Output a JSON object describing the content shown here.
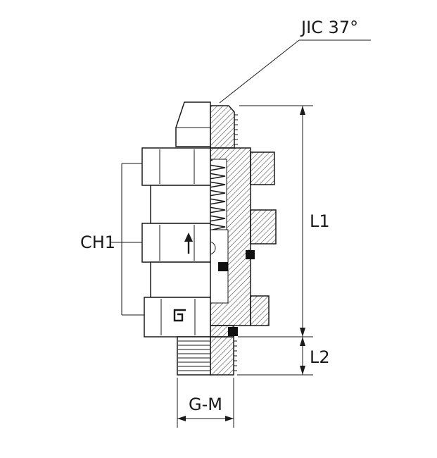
{
  "drawing": {
    "type": "technical-cross-section",
    "subject": "bulkhead hydraulic fitting"
  },
  "labels": {
    "jic": "JIC 37°",
    "ch1": "CH1",
    "l1": "L1",
    "l2": "L2",
    "gm": "G-M"
  },
  "colors": {
    "line": "#1a1a1a",
    "background": "#ffffff",
    "seal": "#111111"
  }
}
